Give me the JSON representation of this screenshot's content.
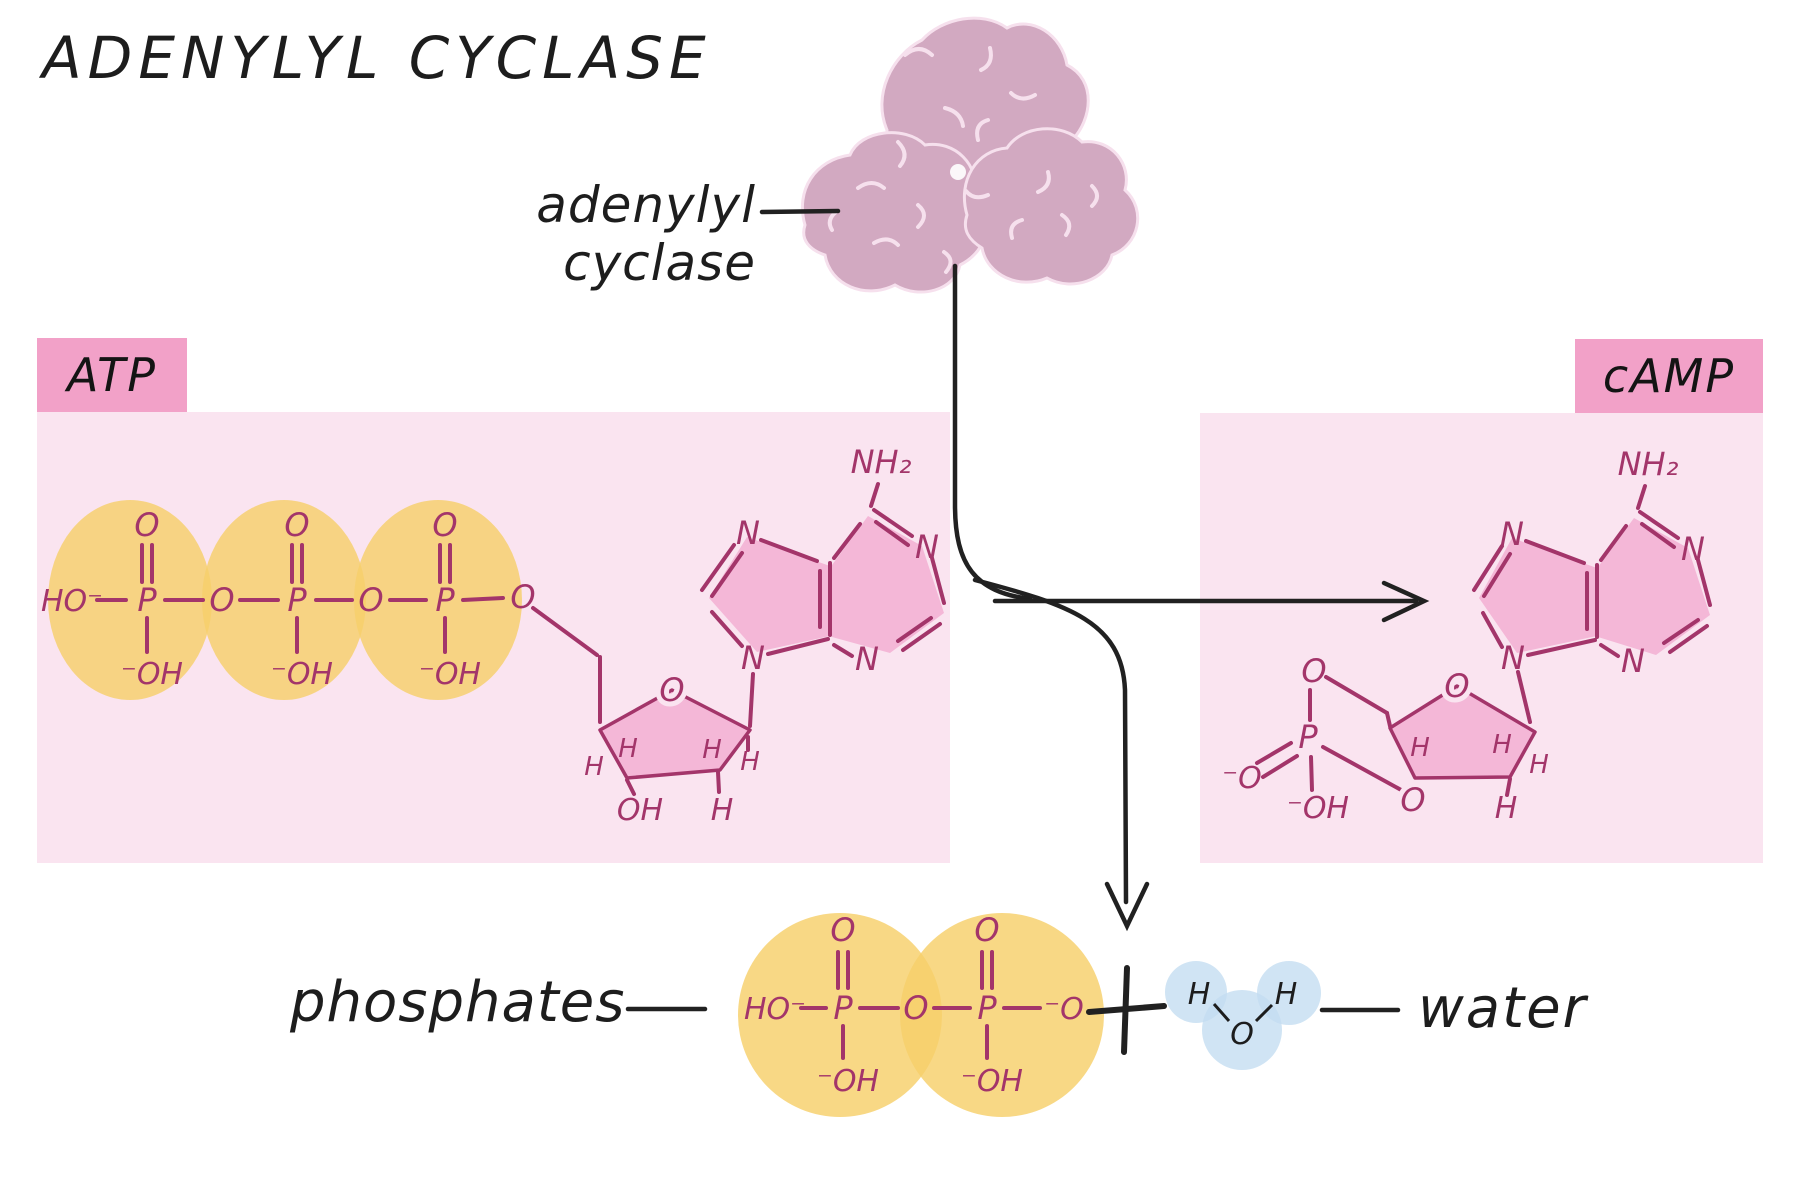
{
  "title": "ADENYLYL CYCLASE",
  "enzyme": {
    "label": "adenylyl cyclase"
  },
  "atp": {
    "tab_label": "ATP"
  },
  "camp": {
    "tab_label": "cAMP"
  },
  "byproducts": {
    "phosphates_label": "phosphates",
    "water_label": "water"
  },
  "chem": {
    "p": "P",
    "o": "O",
    "n": "N",
    "h": "H",
    "oh": "OH",
    "ho_minus": "HO⁻",
    "minus_oh": "⁻OH",
    "minus_o": "⁻O",
    "nh2": "NH₂"
  },
  "colors": {
    "tab_pink": "#f2a1c8",
    "panel_pink": "#fae4f0",
    "structure_magenta": "#a3356a",
    "ring_fill_pink": "#f4b7d7",
    "phosphate_yellow": "#f7cf6a",
    "enzyme_mauve": "#d2a9c1",
    "water_blue": "#c3dcf1",
    "line_black": "#212121"
  }
}
